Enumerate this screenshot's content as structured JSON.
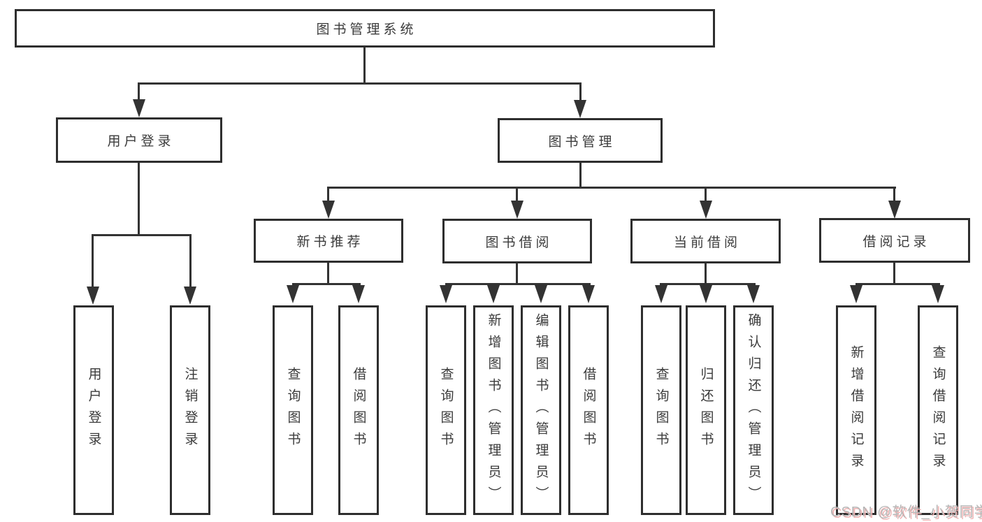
{
  "diagram": {
    "title_node": "图书管理系统",
    "nodes": {
      "root": "图书管理系统",
      "user_login": "用户登录",
      "book_mgmt": "图书管理",
      "new_book_rec": "新书推荐",
      "book_borrow": "图书借阅",
      "current_borrow": "当前借阅",
      "borrow_records": "借阅记录",
      "ul_user_login": "用户登录",
      "ul_logout": "注销登录",
      "nb_search_book": "查询图书",
      "nb_borrow_book": "借阅图书",
      "bb_search_book": "查询图书",
      "bb_add_book": "新增图书（管理员）",
      "bb_edit_book": "编辑图书（管理员）",
      "bb_borrow_book": "借阅图书",
      "cb_search_book": "查询图书",
      "cb_return_book": "归还图书",
      "cb_confirm_return": "确认归还（管理员）",
      "br_add_record": "新增借阅记录",
      "br_search_record": "查询借阅记录"
    },
    "hierarchy": {
      "图书管理系统": {
        "用户登录": [
          "用户登录",
          "注销登录"
        ],
        "图书管理": {
          "新书推荐": [
            "查询图书",
            "借阅图书"
          ],
          "图书借阅": [
            "查询图书",
            "新增图书（管理员）",
            "编辑图书（管理员）",
            "借阅图书"
          ],
          "当前借阅": [
            "查询图书",
            "归还图书",
            "确认归还（管理员）"
          ],
          "借阅记录": [
            "新增借阅记录",
            "查询借阅记录"
          ]
        }
      }
    }
  },
  "watermark": "CSDN @软件_小贺同学",
  "colors": {
    "background": "#ffffff",
    "box_border": "#2e2e2e",
    "connector_line": "#333333",
    "text": "#3b3b3b",
    "watermark_text": "#b7b7b7",
    "watermark_shadow": "#f0b4b4"
  }
}
